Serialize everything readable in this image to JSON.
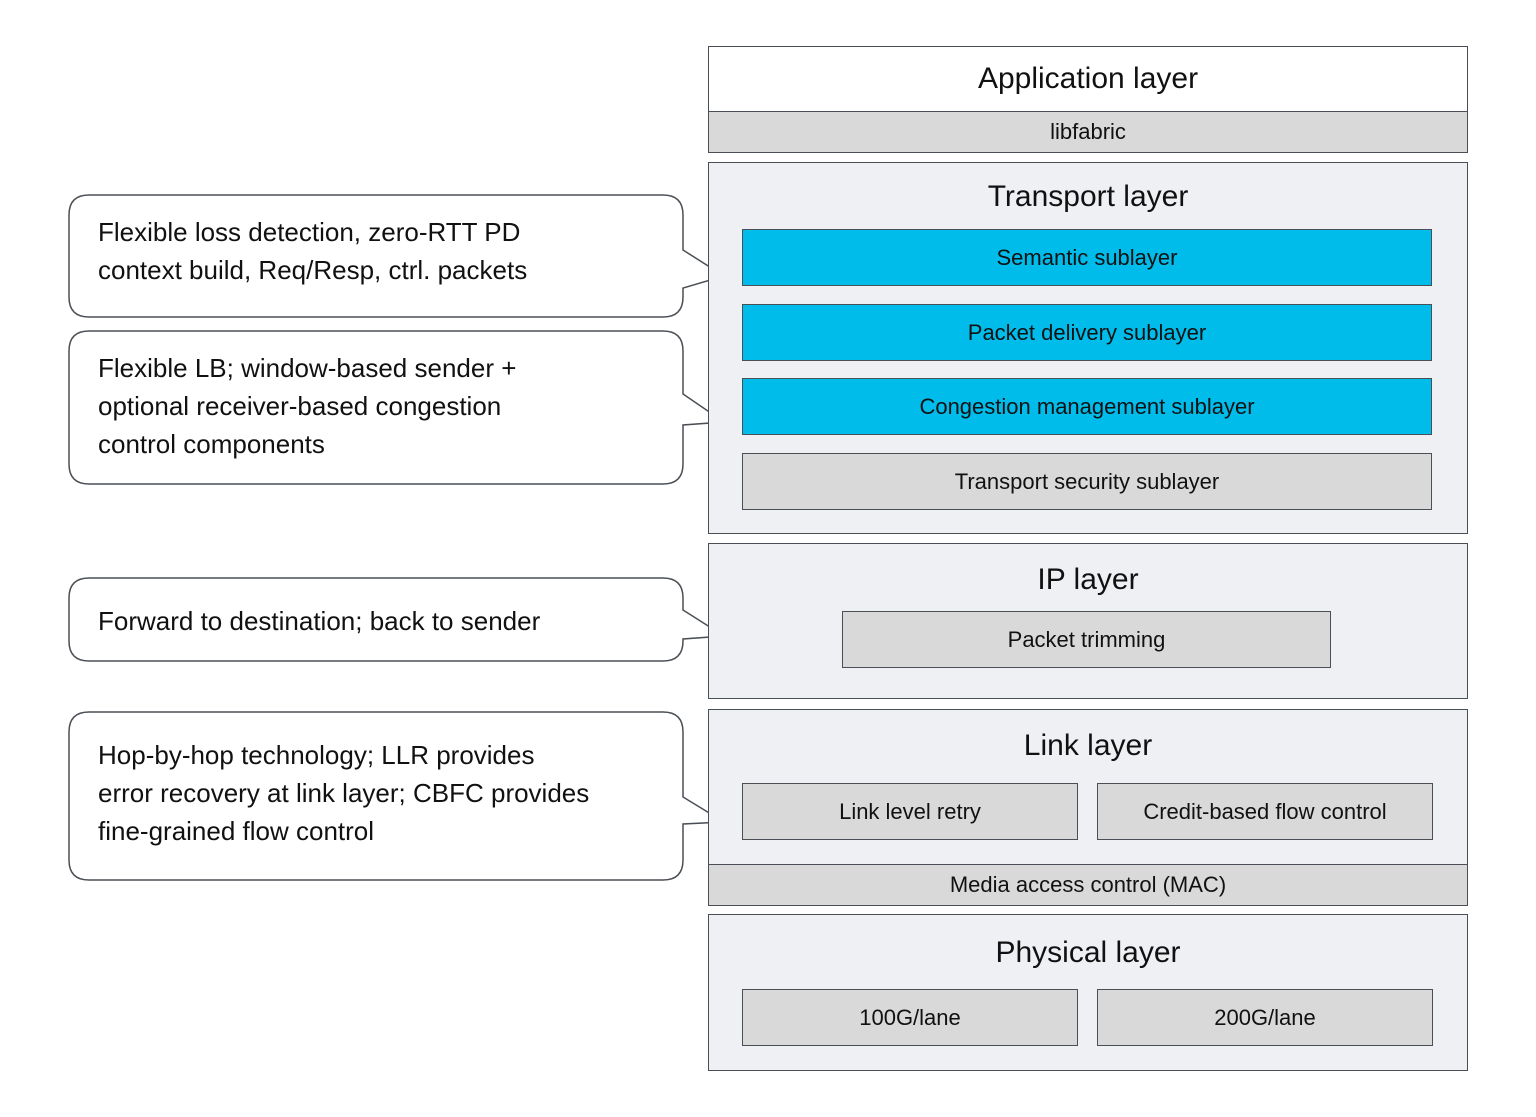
{
  "application": {
    "title": "Application layer",
    "libfabric": "libfabric"
  },
  "transport": {
    "title": "Transport layer",
    "sublayers": [
      "Semantic sublayer",
      "Packet delivery sublayer",
      "Congestion management sublayer",
      "Transport security sublayer"
    ]
  },
  "ip": {
    "title": "IP layer",
    "item": "Packet trimming"
  },
  "link": {
    "title": "Link layer",
    "items": [
      "Link level retry",
      "Credit-based flow control"
    ],
    "mac": "Media access control (MAC)"
  },
  "physical": {
    "title": "Physical layer",
    "items": [
      "100G/lane",
      "200G/lane"
    ]
  },
  "callouts": {
    "c1": [
      "Flexible loss detection, zero-RTT PD",
      "context build, Req/Resp, ctrl. packets"
    ],
    "c2": [
      "Flexible LB; window-based sender +",
      "optional receiver-based congestion",
      "control components"
    ],
    "c3": [
      "Forward to destination; back to sender"
    ],
    "c4": [
      "Hop-by-hop technology; LLR provides",
      "error recovery at link layer; CBFC provides",
      "fine-grained flow control"
    ]
  },
  "colors": {
    "accent_blue": "#00bceb",
    "gray_bar": "#d9d9d9",
    "layer_bg": "#eef0f4",
    "border": "#4a4f55"
  }
}
